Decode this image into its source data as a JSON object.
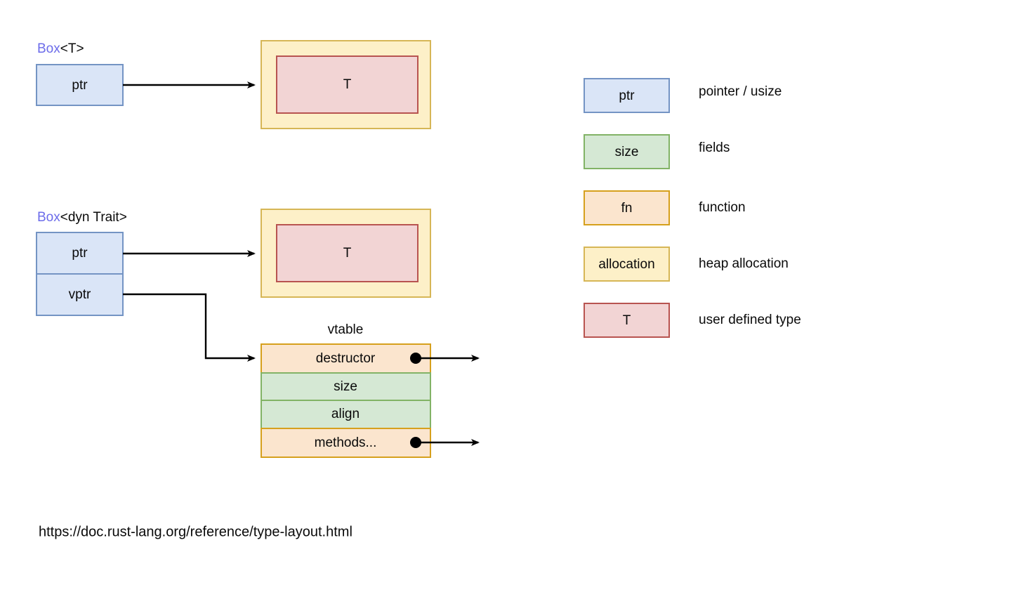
{
  "diagram": {
    "title_box_t": {
      "accent": "Box",
      "rest": "<T>"
    },
    "title_box_dyn": {
      "accent": "Box",
      "rest": "<dyn Trait>"
    },
    "box_t_ptr": "ptr",
    "box_dyn_ptr": "ptr",
    "box_dyn_vptr": "vptr",
    "alloc_top_inner": "T",
    "alloc_bottom_inner": "T",
    "vtable_caption": "vtable",
    "vtable_rows": [
      {
        "label": "destructor",
        "kind": "fn",
        "has_pointer": true
      },
      {
        "label": "size",
        "kind": "fields",
        "has_pointer": false
      },
      {
        "label": "align",
        "kind": "fields",
        "has_pointer": false
      },
      {
        "label": "methods...",
        "kind": "fn",
        "has_pointer": true
      }
    ],
    "source_url": "https://doc.rust-lang.org/reference/type-layout.html"
  },
  "legend": {
    "items": [
      {
        "swatch": "ptr",
        "description": "pointer / usize",
        "kind": "ptr"
      },
      {
        "swatch": "size",
        "description": "fields",
        "kind": "fields"
      },
      {
        "swatch": "fn",
        "description": "function",
        "kind": "fn"
      },
      {
        "swatch": "allocation",
        "description": "heap allocation",
        "kind": "allocation"
      },
      {
        "swatch": "T",
        "description": "user defined type",
        "kind": "type"
      }
    ]
  },
  "colors": {
    "ptr_fill": "#dae5f7",
    "ptr_stroke": "#7494c4",
    "fields_fill": "#d5e8d4",
    "fields_stroke": "#82b366",
    "fn_fill": "#fbe5ce",
    "fn_stroke": "#d6a01d",
    "allocation_fill": "#fdf0c8",
    "allocation_stroke": "#d6b656",
    "type_fill": "#f2d4d4",
    "type_stroke": "#b85450",
    "accent_text": "#6c6cea",
    "edge": "#000000",
    "background": "#ffffff"
  }
}
